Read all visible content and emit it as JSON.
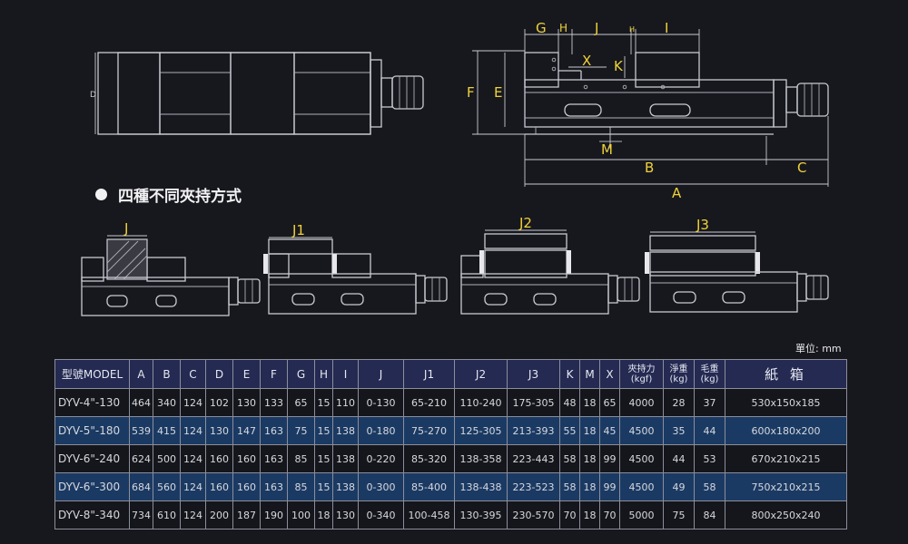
{
  "top_diagram": {
    "labels": [
      "G",
      "H",
      "J",
      "H",
      "I",
      "X",
      "K",
      "F",
      "E",
      "M",
      "B",
      "C",
      "A",
      "D"
    ]
  },
  "clamp_section": {
    "title": "四種不同夾持方式",
    "labels": [
      "J",
      "J1",
      "J2",
      "J3"
    ]
  },
  "unit_label": "單位: mm",
  "table": {
    "headers": [
      "型號MODEL",
      "A",
      "B",
      "C",
      "D",
      "E",
      "F",
      "G",
      "H",
      "I",
      "J",
      "J1",
      "J2",
      "J3",
      "K",
      "M",
      "X",
      "夾持力(kgf)",
      "淨重(kg)",
      "毛重(kg)",
      "紙 箱"
    ],
    "rows": [
      [
        "DYV-4\"-130",
        "464",
        "340",
        "124",
        "102",
        "130",
        "133",
        "65",
        "15",
        "110",
        "0-130",
        "65-210",
        "110-240",
        "175-305",
        "48",
        "18",
        "65",
        "4000",
        "28",
        "37",
        "530x150x185"
      ],
      [
        "DYV-5\"-180",
        "539",
        "415",
        "124",
        "130",
        "147",
        "163",
        "75",
        "15",
        "138",
        "0-180",
        "75-270",
        "125-305",
        "213-393",
        "55",
        "18",
        "45",
        "4500",
        "35",
        "44",
        "600x180x200"
      ],
      [
        "DYV-6\"-240",
        "624",
        "500",
        "124",
        "160",
        "160",
        "163",
        "85",
        "15",
        "138",
        "0-220",
        "85-320",
        "138-358",
        "223-443",
        "58",
        "18",
        "99",
        "4500",
        "44",
        "53",
        "670x210x215"
      ],
      [
        "DYV-6\"-300",
        "684",
        "560",
        "124",
        "160",
        "160",
        "163",
        "85",
        "15",
        "138",
        "0-300",
        "85-400",
        "138-438",
        "223-523",
        "58",
        "18",
        "99",
        "4500",
        "49",
        "58",
        "750x210x215"
      ],
      [
        "DYV-8\"-340",
        "734",
        "610",
        "124",
        "200",
        "187",
        "190",
        "100",
        "18",
        "130",
        "0-340",
        "100-458",
        "130-395",
        "230-570",
        "70",
        "18",
        "70",
        "5000",
        "75",
        "84",
        "800x250x240"
      ]
    ],
    "highlighted_rows": [
      1,
      3
    ]
  },
  "colors": {
    "background": "#17181d",
    "dimension_label": "#f0d23a",
    "table_header": "#242a52",
    "table_highlight": "#1b3a63"
  }
}
